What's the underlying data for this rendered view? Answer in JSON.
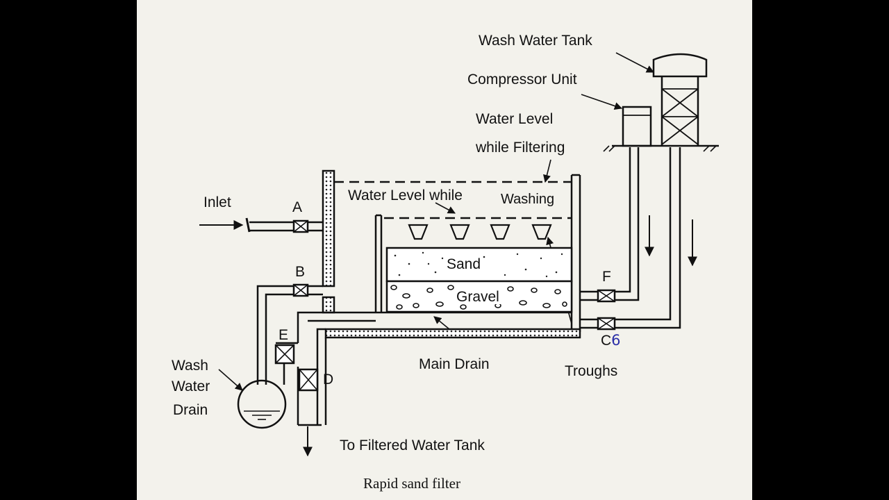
{
  "diagram": {
    "caption": "Rapid sand filter",
    "labels": {
      "wash_water_tank": "Wash Water Tank",
      "compressor_unit": "Compressor Unit",
      "water_level_filtering_line1": "Water Level",
      "water_level_filtering_line2": "while Filtering",
      "water_level_washing_a": "Water Level while",
      "water_level_washing_b": "Washing",
      "inlet": "Inlet",
      "sand": "Sand",
      "gravel": "Gravel",
      "main_drain": "Main Drain",
      "troughs": "Troughs",
      "to_filtered_water_tank": "To Filtered Water Tank",
      "wash_water_drain_line1": "Wash",
      "wash_water_drain_line2": "Water",
      "wash_water_drain_line3": "Drain"
    },
    "valves": {
      "a": "A",
      "b": "B",
      "c": "C",
      "c_handwritten": "6",
      "d": "D",
      "e": "E",
      "f": "F"
    }
  }
}
